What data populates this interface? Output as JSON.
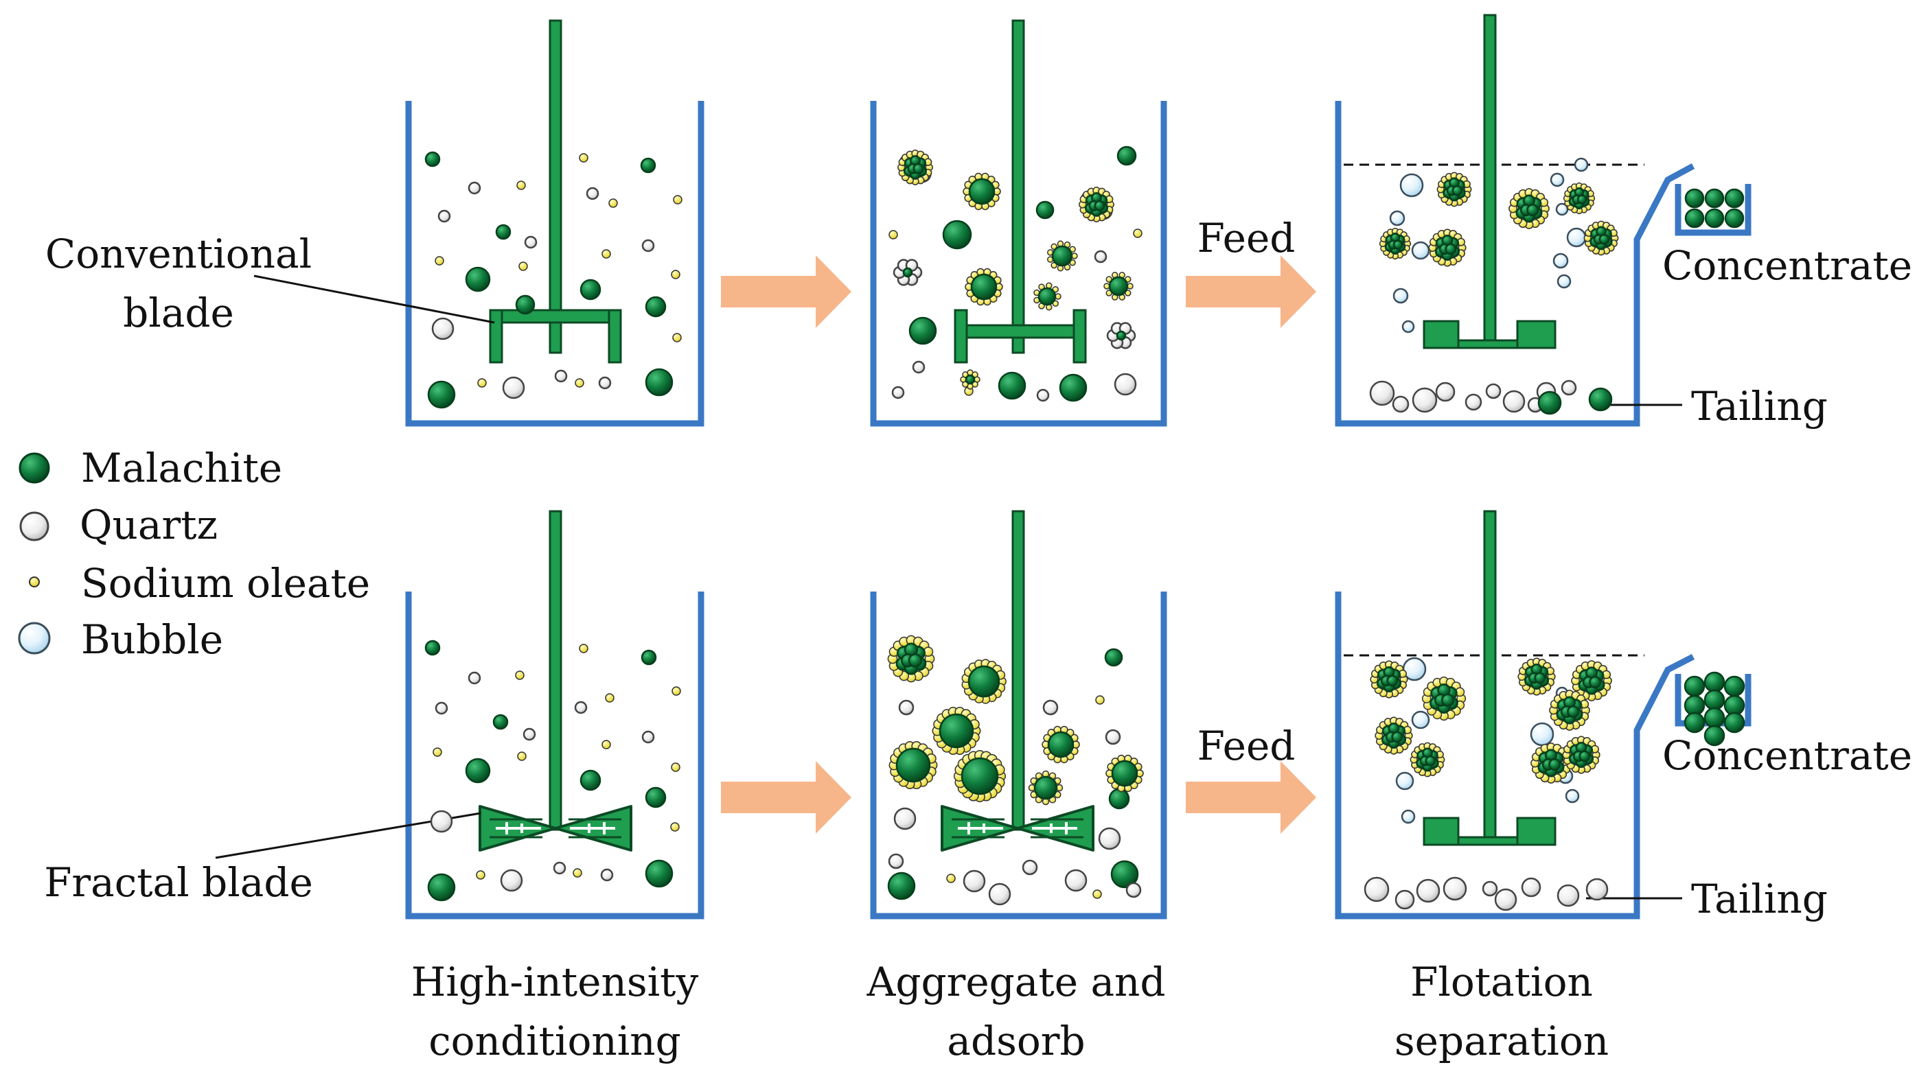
{
  "labels": {
    "conventional_blade_line1": "Conventional",
    "conventional_blade_line2": "blade",
    "fractal_blade": "Fractal blade",
    "feed": "Feed",
    "concentrate": "Concentrate",
    "tailing": "Tailing"
  },
  "legend": [
    {
      "key": "malachite",
      "label": "Malachite"
    },
    {
      "key": "quartz",
      "label": "Quartz"
    },
    {
      "key": "oleate",
      "label": "Sodium oleate"
    },
    {
      "key": "bubble",
      "label": "Bubble"
    }
  ],
  "stages": [
    {
      "line1": "High-intensity",
      "line2": "conditioning"
    },
    {
      "line1": "Aggregate and",
      "line2": "adsorb"
    },
    {
      "line1": "Flotation",
      "line2": "separation"
    }
  ],
  "colors": {
    "tank": "#3a78c4",
    "shaft": "#1a9a4e",
    "malachite": "#0d7a3a",
    "quartz": "#f1f1f1",
    "oleate": "#f2e33a",
    "bubble": "#dcf0fb",
    "arrow": "#f7b58a"
  }
}
